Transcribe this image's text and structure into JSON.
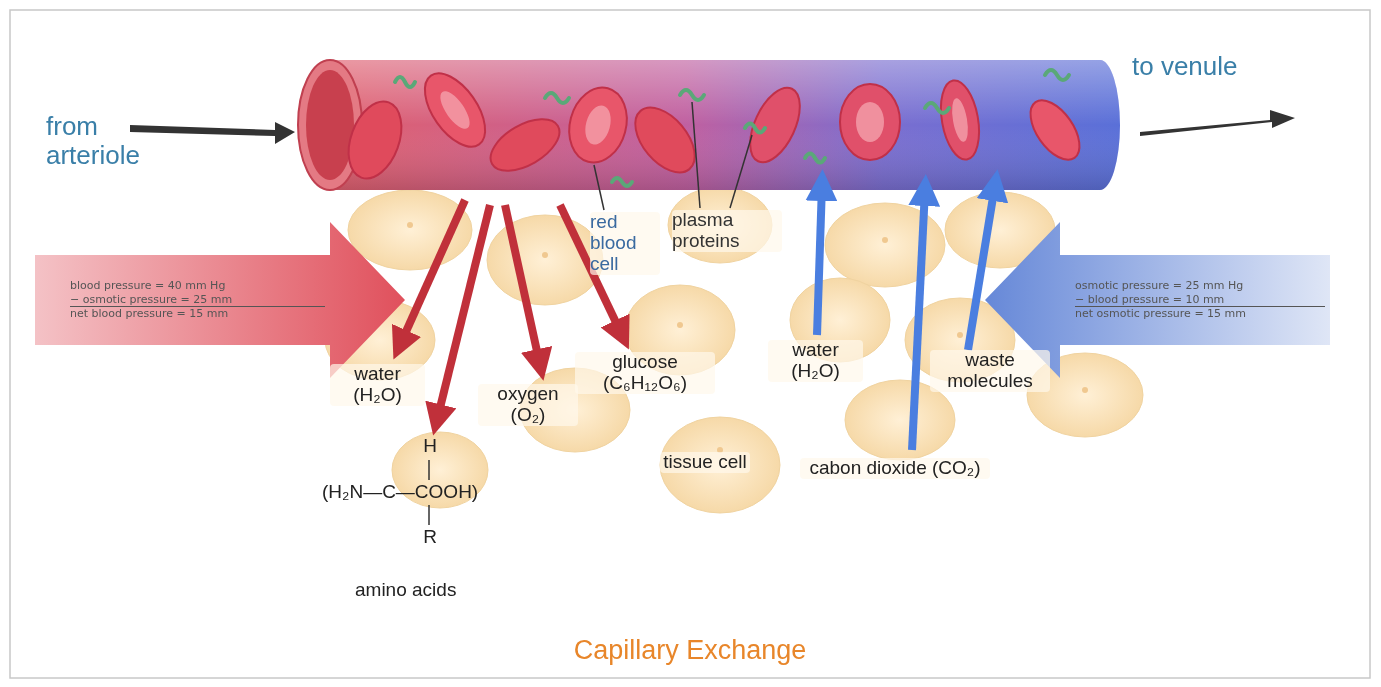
{
  "diagram": {
    "caption": "Capillary Exchange",
    "nodes": [
      {
        "text": [
          "blood pressure = 40 mm Hg",
          "− osmotic pressure = 25 mm",
          "net blood pressure = 15 mm"
        ]
      },
      {
        "text": [
          "osmotic pressure = 25 mm Hg",
          "− blood pressure = 10 mm",
          "net osmotic pressure = 15 mm"
        ]
      }
    ],
    "labels": [
      "from arteriole",
      "to venule",
      "red blood cell",
      "plasma proteins",
      "water (H₂O)",
      "H",
      "(H₂N—C—COOH)",
      "R",
      "amino acids",
      "oxygen (O₂)",
      "glucose (C₆H₁₂O₆)",
      "tissue cell",
      "water (H₂O)",
      "waste molecules",
      "cabon dioxide (CO₂)"
    ]
  }
}
